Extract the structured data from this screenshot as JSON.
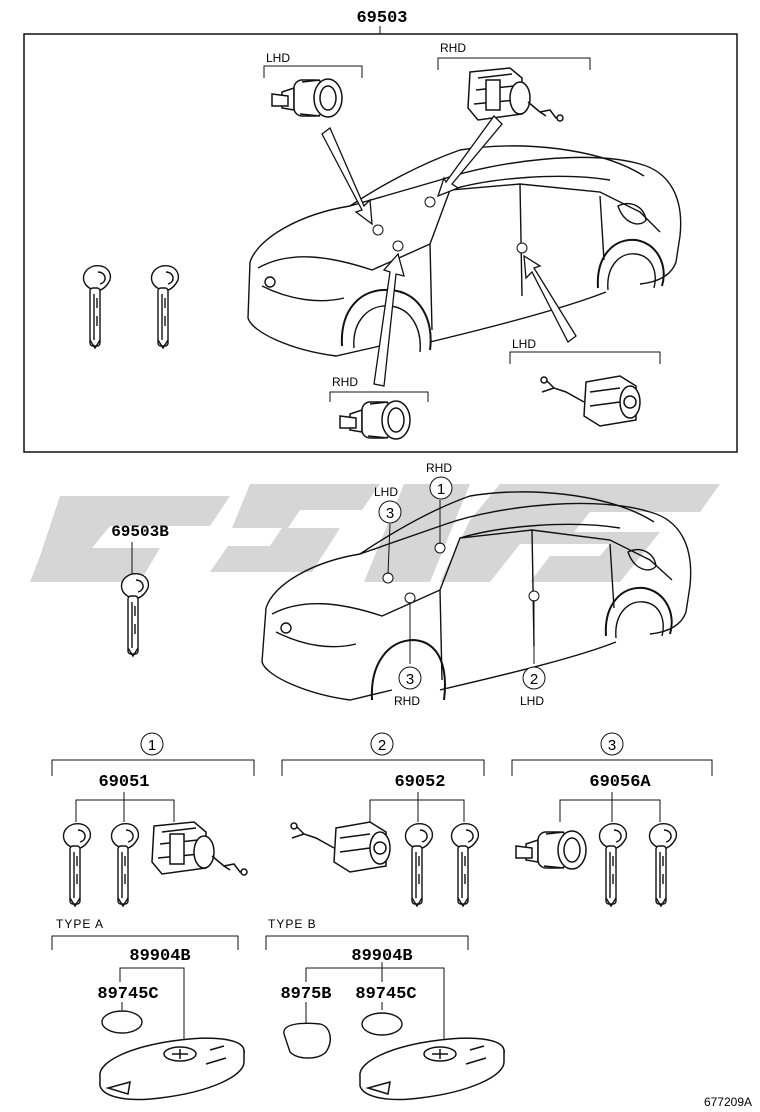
{
  "top_group": {
    "part_number": "69503"
  },
  "callouts": {
    "lhd": "LHD",
    "rhd": "RHD",
    "c1": "1",
    "c2": "2",
    "c3": "3"
  },
  "mid_group": {
    "part_number": "69503B"
  },
  "sets": [
    {
      "marker": "1",
      "part_number": "69051"
    },
    {
      "marker": "2",
      "part_number": "69052"
    },
    {
      "marker": "3",
      "part_number": "69056A"
    }
  ],
  "types": [
    {
      "label": "TYPE A",
      "part_number": "89904B",
      "sub_parts": [
        "89745C"
      ]
    },
    {
      "label": "TYPE B",
      "part_number": "89904B",
      "sub_parts": [
        "8975B",
        "89745C"
      ]
    }
  ],
  "figure_id": "677209A"
}
